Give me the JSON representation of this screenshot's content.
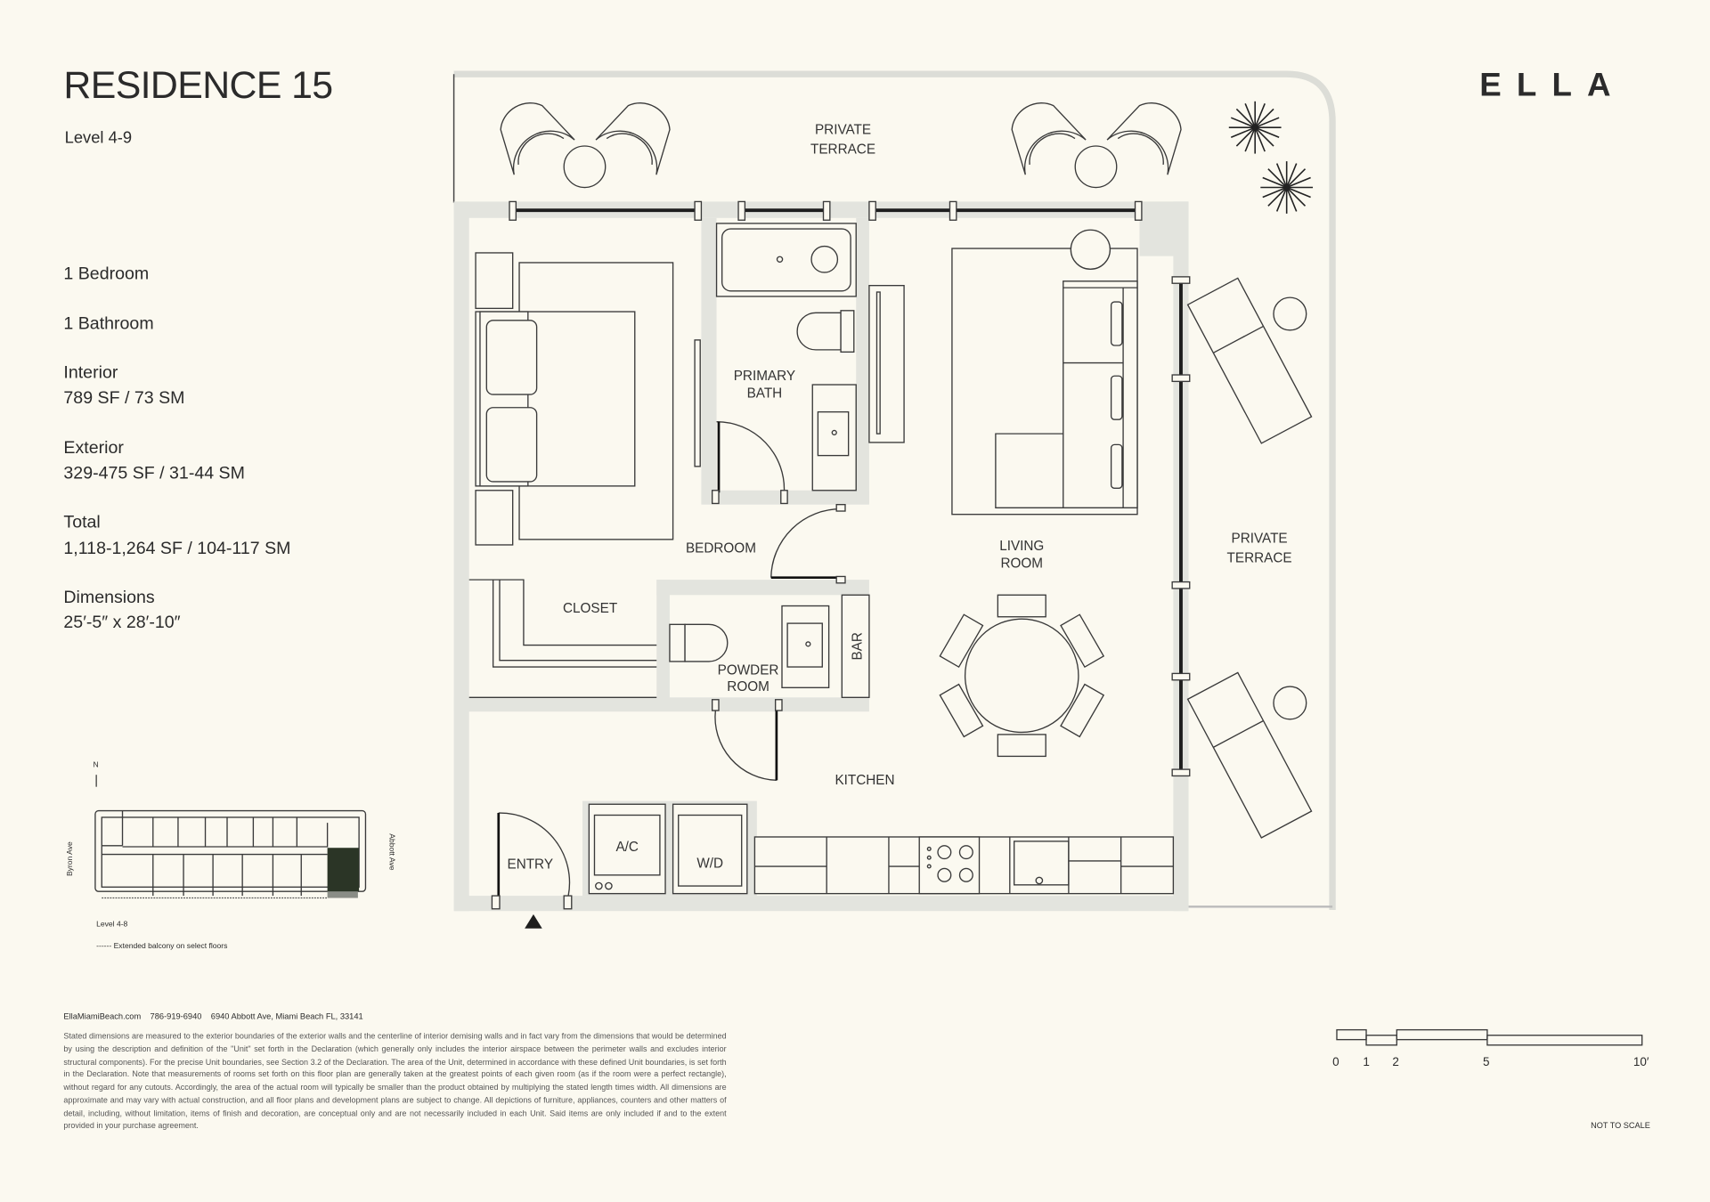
{
  "header": {
    "title": "RESIDENCE 15",
    "level": "Level 4-9",
    "logo": "ELLA"
  },
  "specs": {
    "bedrooms": "1 Bedroom",
    "bathrooms": "1 Bathroom",
    "interior_label": "Interior",
    "interior_value": "789 SF / 73 SM",
    "exterior_label": "Exterior",
    "exterior_value": "329-475 SF / 31-44 SM",
    "total_label": "Total",
    "total_value": "1,118-1,264 SF / 104-117 SM",
    "dimensions_label": "Dimensions",
    "dimensions_value": "25′-5″ x 28′-10″"
  },
  "key_plan": {
    "north": "N",
    "street_left": "Byron Ave",
    "street_right": "Abbott Ave",
    "level": "Level 4-8",
    "legend": "------ Extended balcony on select floors",
    "highlight_color": "#2b3526"
  },
  "rooms": {
    "terrace_top_1": "PRIVATE",
    "terrace_top_2": "TERRACE",
    "primary_bath_1": "PRIMARY",
    "primary_bath_2": "BATH",
    "bedroom": "BEDROOM",
    "living_1": "LIVING",
    "living_2": "ROOM",
    "terrace_right_1": "PRIVATE",
    "terrace_right_2": "TERRACE",
    "closet": "CLOSET",
    "powder_1": "POWDER",
    "powder_2": "ROOM",
    "bar": "BAR",
    "kitchen": "KITCHEN",
    "entry": "ENTRY",
    "ac": "A/C",
    "wd": "W/D"
  },
  "footer": {
    "contact": "EllaMiamiBeach.com    786-919-6940    6940 Abbott Ave, Miami Beach FL, 33141",
    "disclaimer": "Stated dimensions are measured to the exterior boundaries of the exterior walls and the centerline of interior demising walls and in fact vary from the dimensions that would be determined by using the description and definition of the \"Unit\" set forth in the Declaration (which generally only includes the interior airspace between the perimeter walls and excludes interior structural components). For the precise Unit boundaries, see Section 3.2 of the Declaration. The area of the Unit, determined in accordance with these defined Unit boundaries, is set forth in the Declaration.  Note that measurements of rooms set forth on this floor plan are generally taken at the greatest points of each given room (as if the room were a perfect rectangle), without regard for any cutouts. Accordingly, the area of the actual room will typically be smaller than the product obtained by multiplying the stated length times width. All dimensions are approximate and may vary with actual construction, and all floor plans and development plans are subject to change. All depictions of furniture, appliances, counters and other matters of detail, including, without limitation, items of finish and decoration, are conceptual only and are not necessarily included in each Unit. Said items are only included if and to the extent provided in your purchase agreement."
  },
  "scale_bar": {
    "ticks": [
      "0",
      "1",
      "2",
      "5",
      "10′"
    ],
    "note": "NOT TO SCALE"
  },
  "colors": {
    "background": "#fbf9f0",
    "wall": "#e3e4de",
    "ink": "#2b2b2b"
  }
}
